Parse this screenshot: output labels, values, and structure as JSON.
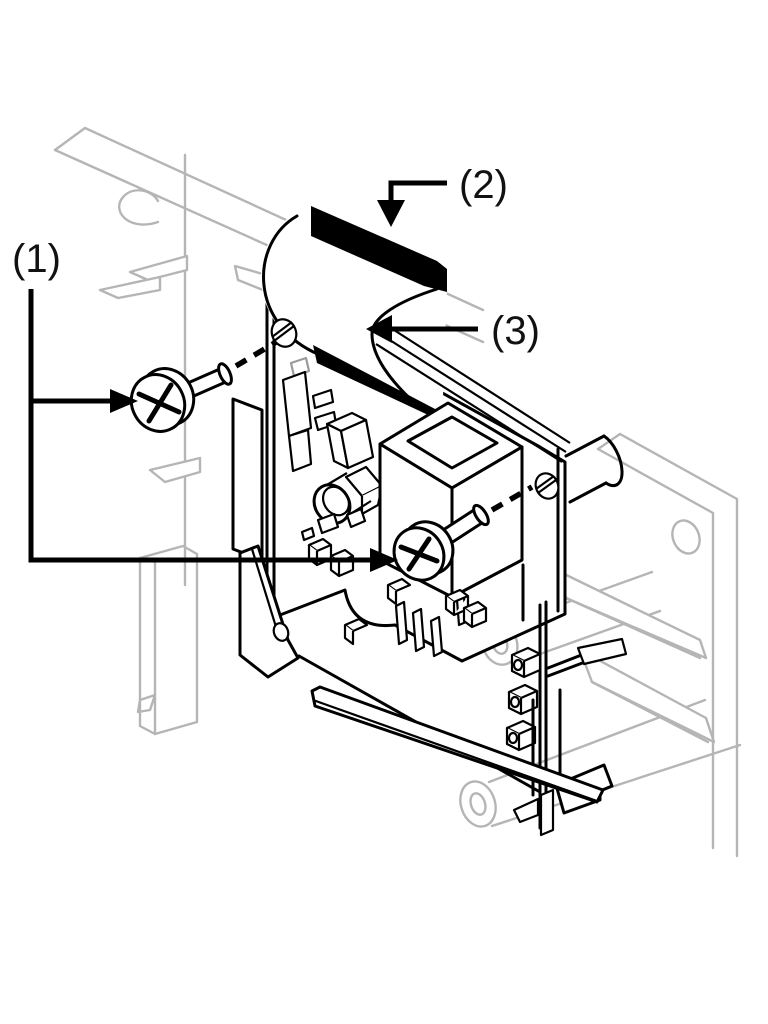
{
  "figure": {
    "type": "technical-illustration",
    "callouts": [
      {
        "id": "1",
        "label": "(1)"
      },
      {
        "id": "2",
        "label": "(2)"
      },
      {
        "id": "3",
        "label": "(3)"
      }
    ],
    "colors": {
      "line": "#000000",
      "ghost_lines": "#b5b5b5",
      "background": "#ffffff"
    }
  }
}
